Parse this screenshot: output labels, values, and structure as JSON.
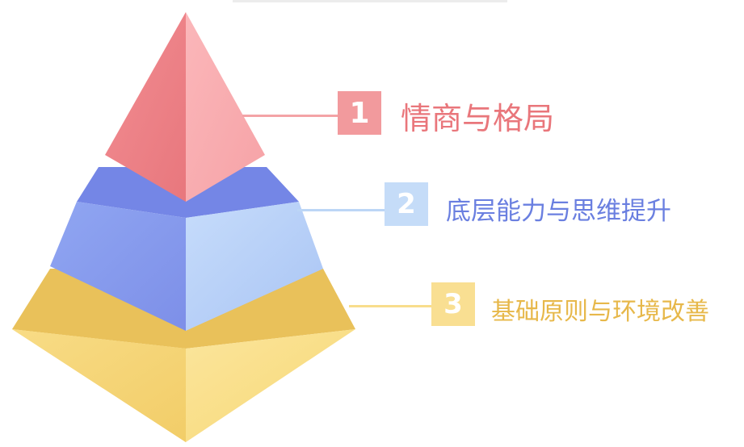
{
  "tiers": [
    {
      "number": "1",
      "label": "情商与格局",
      "color": "#f08a8f",
      "badge_color": "#f29a9d",
      "text_color": "#e9767b"
    },
    {
      "number": "2",
      "label": "底层能力与思维提升",
      "color": "#8fa3f0",
      "badge_color": "#c5dcf8",
      "text_color": "#6a7fe0"
    },
    {
      "number": "3",
      "label": "基础原则与环境改善",
      "color": "#f5d27a",
      "badge_color": "#f9df92",
      "text_color": "#e7b84a"
    }
  ]
}
